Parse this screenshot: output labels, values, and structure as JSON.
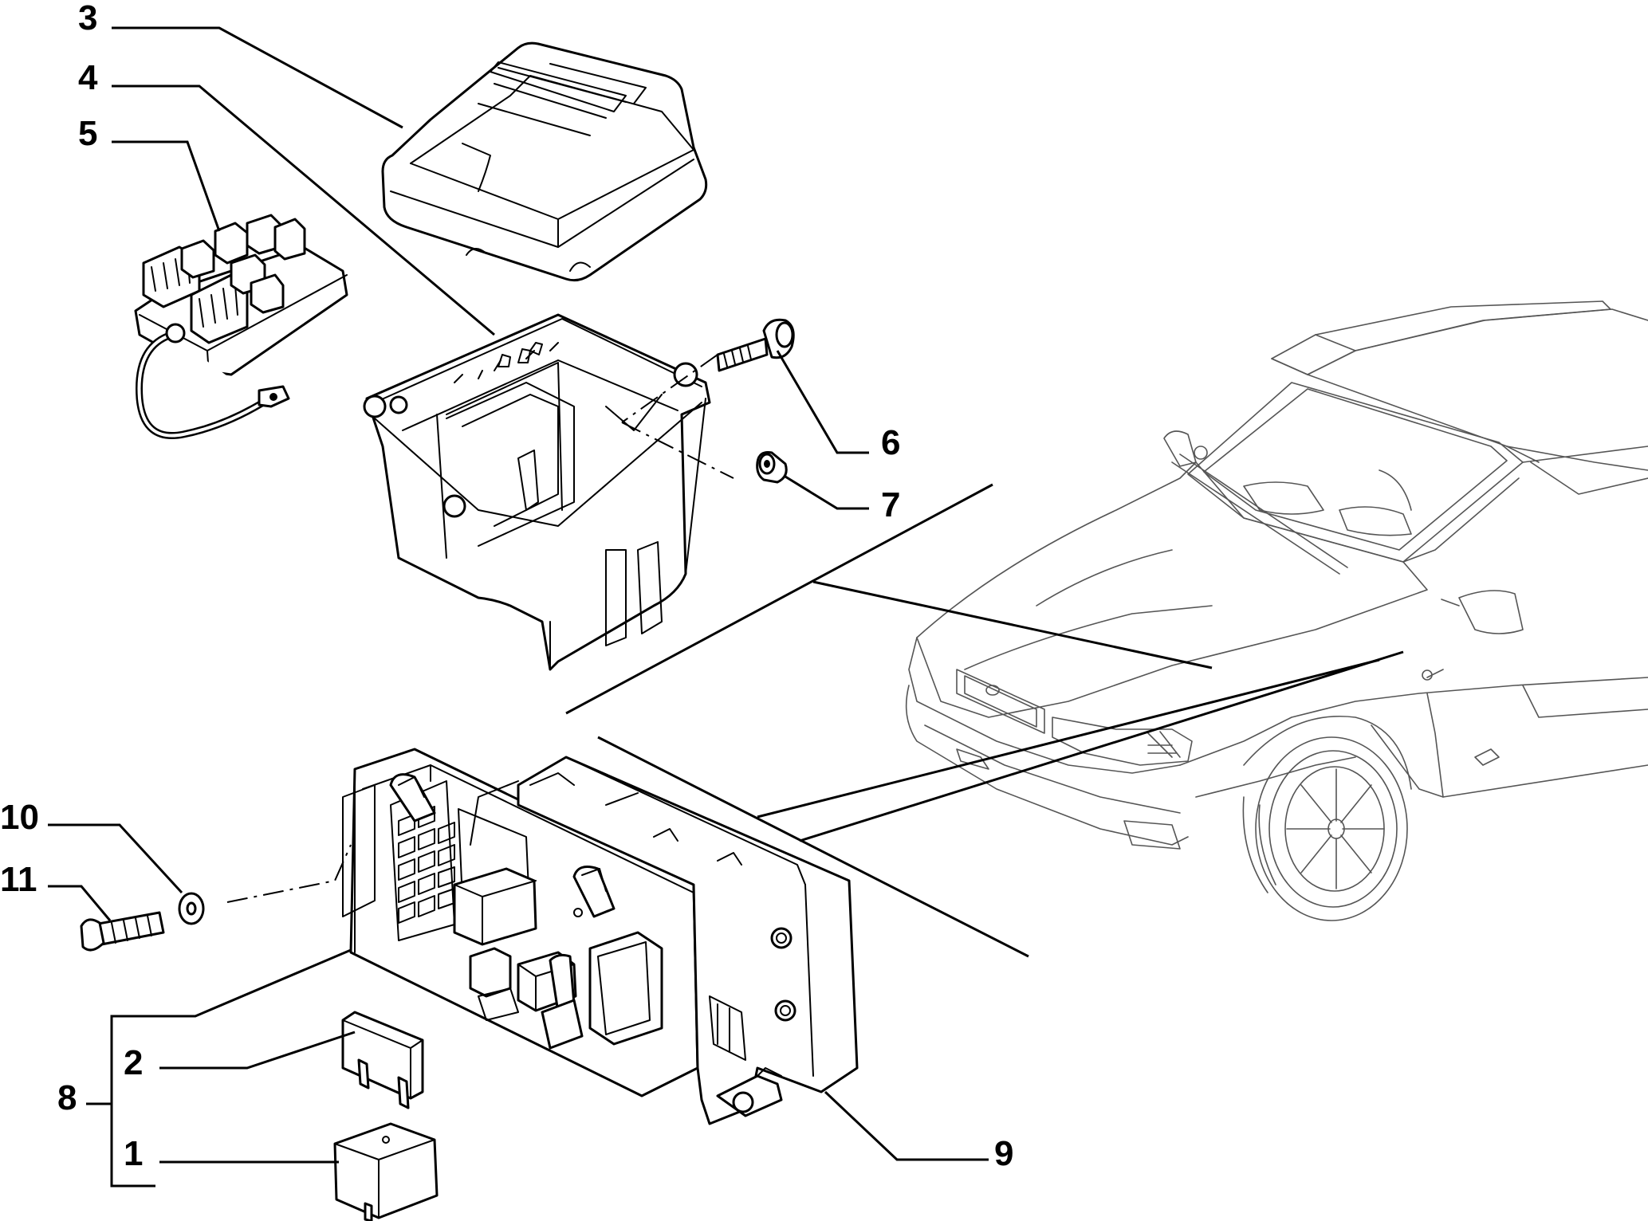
{
  "diagram": {
    "callouts": {
      "c1": "1",
      "c2": "2",
      "c3": "3",
      "c4": "4",
      "c5": "5",
      "c6": "6",
      "c7": "7",
      "c8": "8",
      "c9": "9",
      "c10": "10",
      "c11": "11"
    },
    "parts": {
      "p1": "relay-icon",
      "p2": "blade-fuse-icon",
      "p3": "fuse-box-cover-icon",
      "p4": "fuse-box-housing-icon",
      "p5": "relay-holder-with-cable-icon",
      "p6": "bolt-icon",
      "p7": "spacer-icon",
      "p8": "fuse-control-unit-icon",
      "p9": "bracket-icon",
      "p10": "washer-icon",
      "p11": "screw-icon"
    },
    "context": "car-front-view-icon"
  }
}
